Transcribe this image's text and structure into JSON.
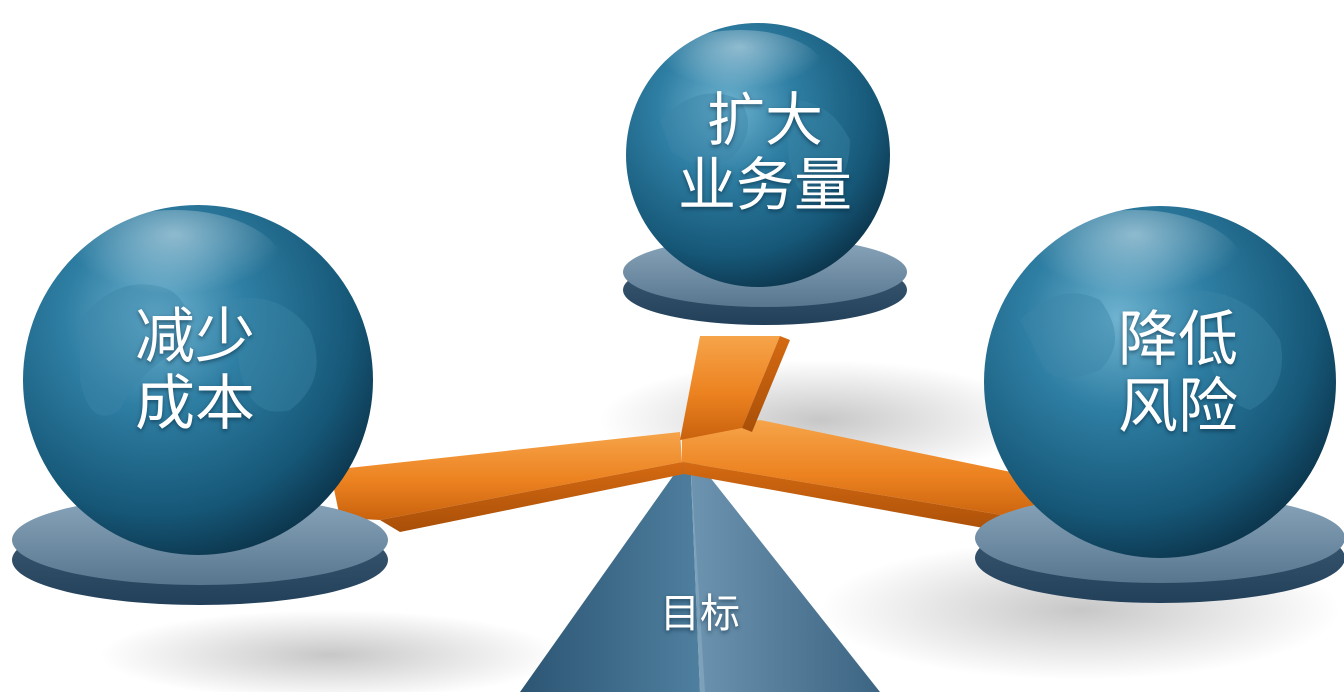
{
  "labels": {
    "left": {
      "line1": "减少",
      "line2": "成本"
    },
    "top": {
      "line1": "扩大",
      "line2": "业务量"
    },
    "right": {
      "line1": "降低",
      "line2": "风险"
    },
    "base": "目标"
  },
  "colors": {
    "background": "#ffffff",
    "beam": "#ee8a22",
    "plate": "#6d8ea8",
    "globe": "#1f5f80",
    "pedestal": "#3d6a8a",
    "text": "#ffffff"
  }
}
